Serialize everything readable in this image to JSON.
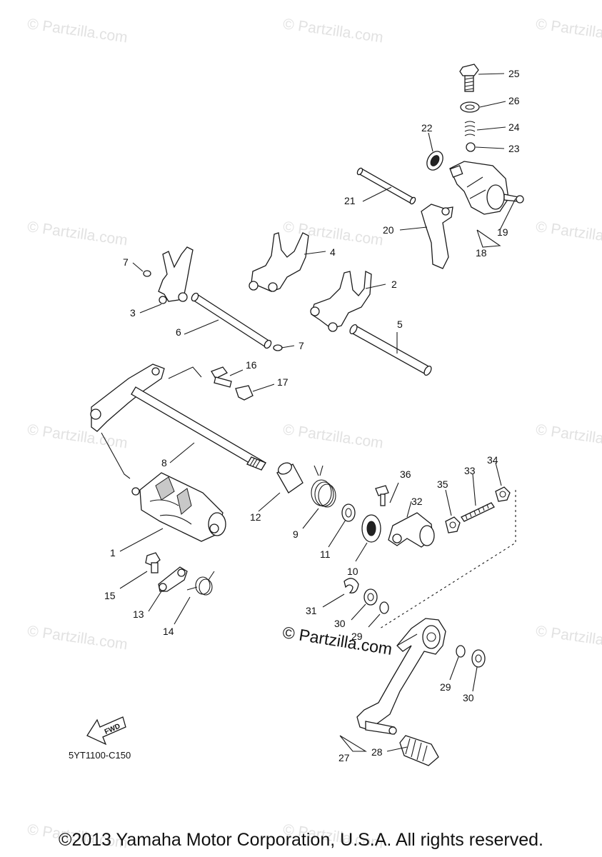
{
  "watermark_text": "© Partzilla.com",
  "center_watermark": "© Partzilla.com",
  "diagram_code": "5YT1100-C150",
  "fwd_label": "FWD",
  "copyright": "©2013 Yamaha Motor Corporation, U.S.A. All rights reserved.",
  "callouts": [
    "25",
    "26",
    "24",
    "23",
    "22",
    "21",
    "20",
    "19",
    "18",
    "4",
    "2",
    "7",
    "3",
    "6",
    "5",
    "7",
    "16",
    "17",
    "8",
    "36",
    "35",
    "33",
    "34",
    "32",
    "12",
    "9",
    "11",
    "10",
    "1",
    "15",
    "13",
    "14",
    "31",
    "30",
    "29",
    "29",
    "30",
    "27",
    "28"
  ]
}
